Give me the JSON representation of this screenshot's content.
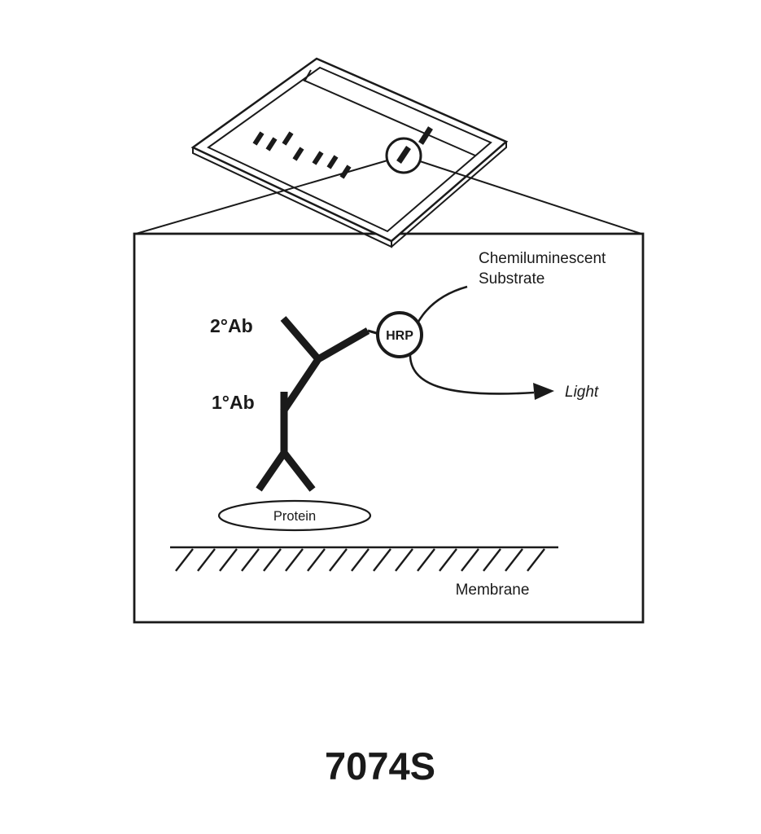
{
  "figure": {
    "labels": {
      "secondary_antibody": "2°Ab",
      "primary_antibody": "1°Ab",
      "enzyme": "HRP",
      "substrate_line1": "Chemiluminescent",
      "substrate_line2": "Substrate",
      "light": "Light",
      "protein": "Protein",
      "membrane": "Membrane"
    },
    "catalog_number": "7074S",
    "colors": {
      "ink": "#1a1a1a",
      "background": "#ffffff"
    }
  }
}
